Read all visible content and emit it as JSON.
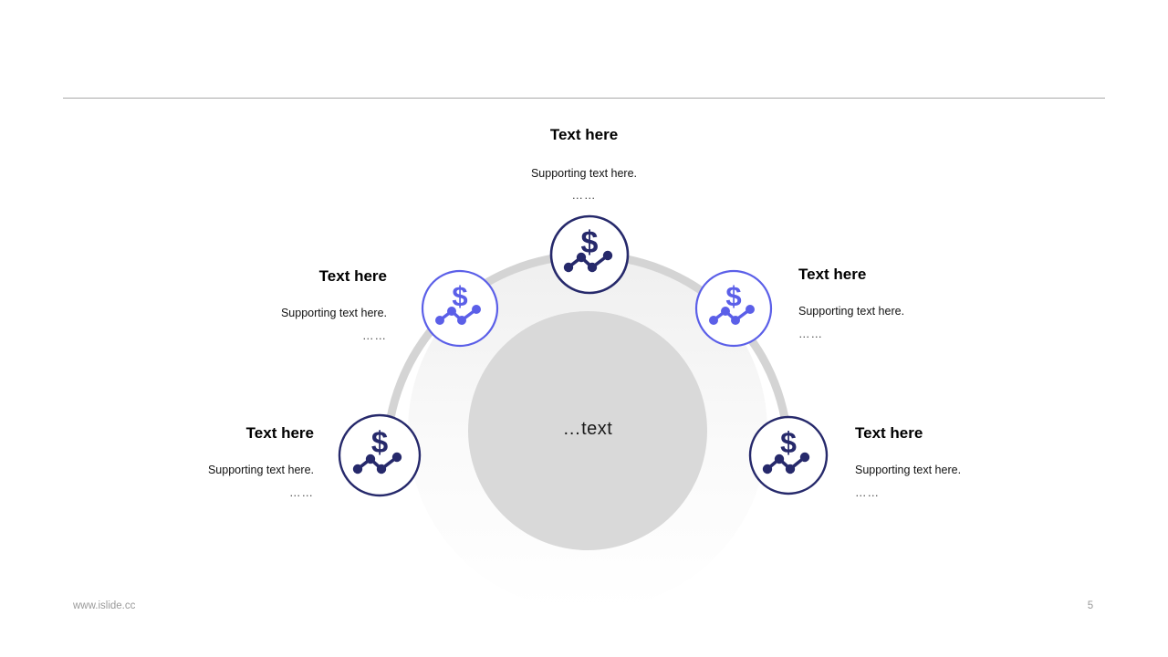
{
  "slide": {
    "page_number": "5",
    "footer_url": "www.islide.cc",
    "center_label": "…text",
    "colors": {
      "dark_navy": "#26296b",
      "periwinkle": "#5b5fe8",
      "ring_gray": "#d4d4d4",
      "inner_gray": "#f7f7f7",
      "center_gray": "#d9d9d9",
      "rule_gray": "#a8a8a8",
      "footer_gray": "#9a9a9a"
    }
  },
  "nodes": [
    {
      "id": "top",
      "icon": "dollar-line-chart-icon",
      "accent": "#26296b",
      "title": "Text here",
      "subtitle": "Supporting text here.",
      "dots": "……",
      "align": "center"
    },
    {
      "id": "left-upper",
      "icon": "dollar-line-chart-icon",
      "accent": "#5b5fe8",
      "title": "Text here",
      "subtitle": "Supporting text here.",
      "dots": "……",
      "align": "right"
    },
    {
      "id": "right-upper",
      "icon": "dollar-line-chart-icon",
      "accent": "#5b5fe8",
      "title": "Text here",
      "subtitle": "Supporting text here.",
      "dots": "……",
      "align": "left"
    },
    {
      "id": "left-lower",
      "icon": "dollar-line-chart-icon",
      "accent": "#26296b",
      "title": "Text here",
      "subtitle": "Supporting text here.",
      "dots": "……",
      "align": "right"
    },
    {
      "id": "right-lower",
      "icon": "dollar-line-chart-icon",
      "accent": "#26296b",
      "title": "Text here",
      "subtitle": "Supporting text here.",
      "dots": "……",
      "align": "left"
    }
  ]
}
